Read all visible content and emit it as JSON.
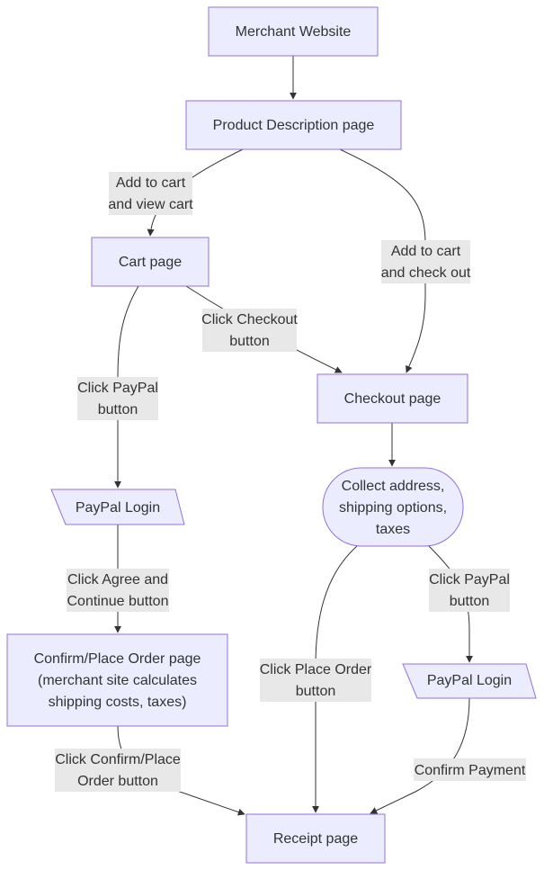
{
  "nodes": {
    "merchant_website": "Merchant Website",
    "product_description": "Product Description page",
    "cart_page": "Cart page",
    "checkout_page": "Checkout page",
    "paypal_login_left": "PayPal Login",
    "collect_address": [
      "Collect address,",
      "shipping options,",
      "taxes"
    ],
    "confirm_place_order": [
      "Confirm/Place Order page",
      "(merchant site calculates",
      "shipping costs, taxes)"
    ],
    "paypal_login_right": "PayPal Login",
    "receipt_page": "Receipt page"
  },
  "edges": {
    "add_view_cart": [
      "Add to cart",
      "and view cart"
    ],
    "add_check_out": [
      "Add to cart",
      "and check out"
    ],
    "click_checkout": [
      "Click Checkout",
      "button"
    ],
    "click_paypal_left": [
      "Click PayPal",
      "button"
    ],
    "click_agree": [
      "Click Agree and",
      "Continue button"
    ],
    "click_place_order": [
      "Click Place Order",
      "button"
    ],
    "click_paypal_right": [
      "Click PayPal",
      "button"
    ],
    "click_confirm_place": [
      "Click Confirm/Place",
      "Order button"
    ],
    "confirm_payment": "Confirm Payment"
  },
  "colors": {
    "node_fill": "#ECECFF",
    "node_stroke": "#9370DB",
    "edge_stroke": "#333333",
    "label_bg": "#E8E8E8"
  }
}
